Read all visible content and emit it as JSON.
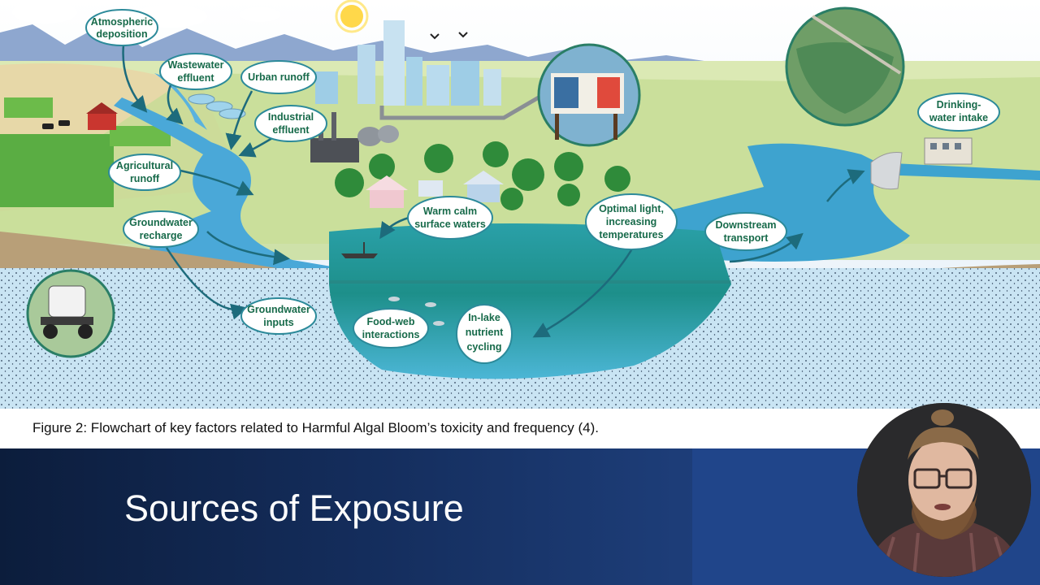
{
  "diagram": {
    "labels": {
      "atmospheric_deposition": [
        "Atmospheric",
        "deposition"
      ],
      "wastewater_effluent": [
        "Wastewater",
        "effluent"
      ],
      "urban_runoff": [
        "Urban runoff"
      ],
      "industrial_effluent": [
        "Industrial",
        "effluent"
      ],
      "agricultural_runoff": [
        "Agricultural",
        "runoff"
      ],
      "groundwater_recharge": [
        "Groundwater",
        "recharge"
      ],
      "groundwater_inputs": [
        "Groundwater",
        "inputs"
      ],
      "warm_calm_surface_waters": [
        "Warm calm",
        "surface waters"
      ],
      "optimal_light": [
        "Optimal light,",
        "increasing",
        "temperatures"
      ],
      "downstream_transport": [
        "Downstream",
        "transport"
      ],
      "drinking_water_intake": [
        "Drinking-",
        "water intake"
      ],
      "food_web_interactions": [
        "Food-web",
        "interactions"
      ],
      "in_lake_nutrient_cycling": [
        "In-lake",
        "nutrient",
        "cycling"
      ]
    },
    "colors": {
      "sky": "#eaf3fb",
      "mountains": "#8ea7cf",
      "land": "#cfe0a6",
      "water": "#3aa0c8",
      "groundwater": "#c9e4f3",
      "label_text": "#176a4a",
      "label_border": "#2c8a9a",
      "arrow": "#1d6b7c"
    }
  },
  "caption": "Figure 2: Flowchart of key factors related to Harmful Algal Bloom’s toxicity and frequency (4).",
  "slide": {
    "title": "Sources of Exposure"
  },
  "webcam": {
    "icon": "presenter-video-feed"
  }
}
